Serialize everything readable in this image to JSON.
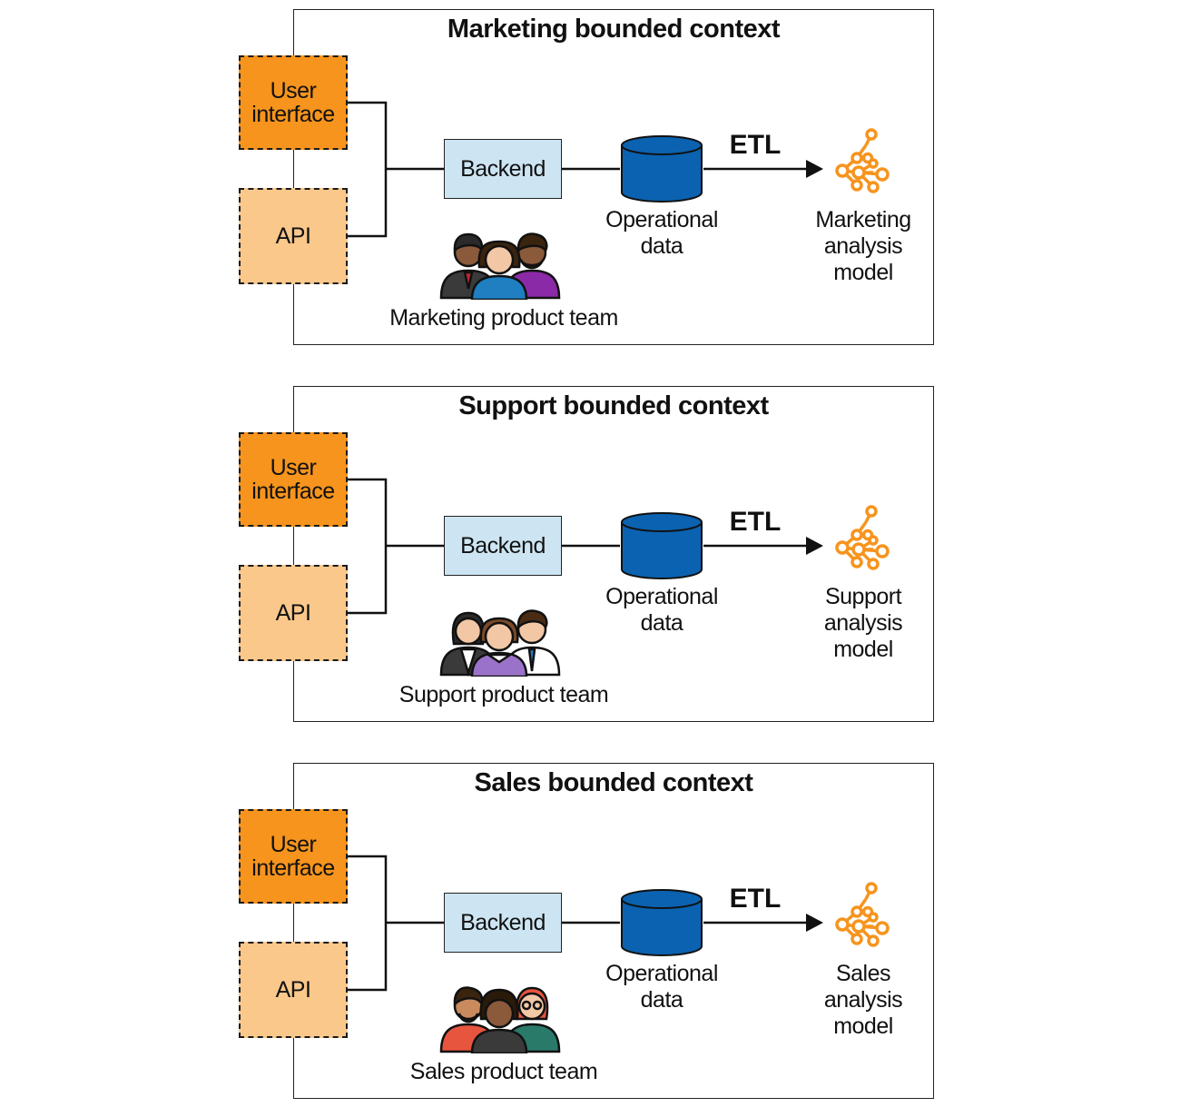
{
  "contexts": [
    {
      "title": "Marketing bounded context",
      "ui_label": "User\ninterface",
      "api_label": "API",
      "backend_label": "Backend",
      "db_label": "Operational\ndata",
      "etl_label": "ETL",
      "model_label": "Marketing\nanalysis\nmodel",
      "team_label": "Marketing product team",
      "team_colors": [
        "#c1272d",
        "#1f7fc1",
        "#8a2aa6"
      ]
    },
    {
      "title": "Support bounded context",
      "ui_label": "User\ninterface",
      "api_label": "API",
      "backend_label": "Backend",
      "db_label": "Operational\ndata",
      "etl_label": "ETL",
      "model_label": "Support\nanalysis\nmodel",
      "team_label": "Support product team",
      "team_colors": [
        "#ffffff",
        "#9b72c9",
        "#ffffff"
      ]
    },
    {
      "title": "Sales bounded context",
      "ui_label": "User\ninterface",
      "api_label": "API",
      "backend_label": "Backend",
      "db_label": "Operational\ndata",
      "etl_label": "ETL",
      "model_label": "Sales\nanalysis\nmodel",
      "team_label": "Sales product team",
      "team_colors": [
        "#e8553f",
        "#3a3a3a",
        "#2a7a6a"
      ]
    }
  ],
  "colors": {
    "ui_box": "#f7941d",
    "api_box": "#fbc88b",
    "backend_box": "#cde5f3",
    "database": "#0b62b0",
    "analysis_model": "#f7941d"
  }
}
